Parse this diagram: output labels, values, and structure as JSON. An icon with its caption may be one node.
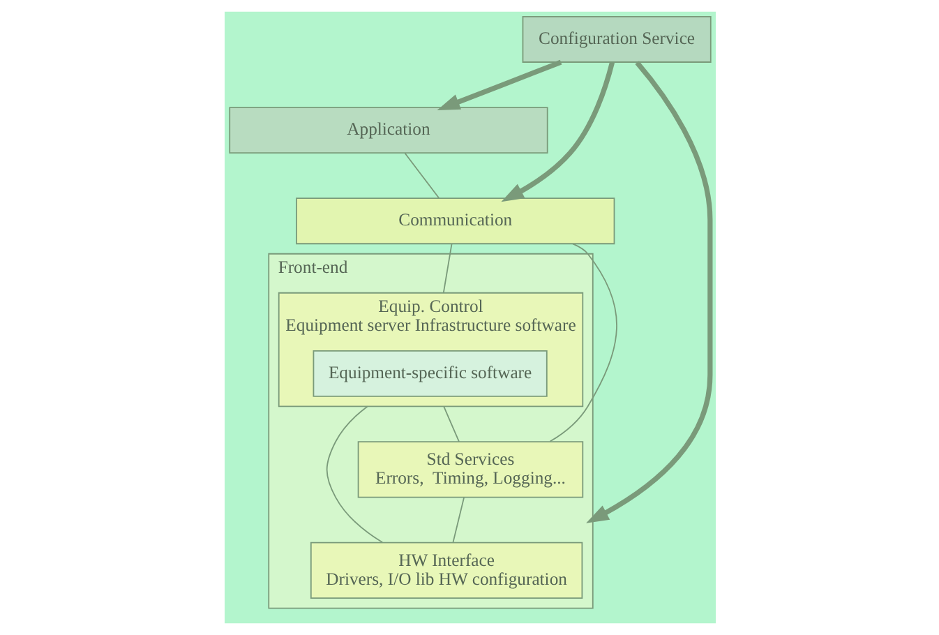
{
  "diagram": {
    "nodes": [
      {
        "text": [
          "Configuration Service"
        ]
      },
      {
        "text": [
          "Application"
        ]
      },
      {
        "text": [
          "Communication"
        ]
      },
      {
        "text": [
          "Front-end"
        ]
      },
      {
        "text": [
          "Equip. Control",
          "Equipment server Infrastructure software"
        ],
        "in": 3
      },
      {
        "text": [
          "Equipment-specific software"
        ],
        "in": 4
      },
      {
        "text": [
          "Std Services",
          "Errors,  Timing, Logging..."
        ],
        "in": 3
      },
      {
        "text": [
          "HW Interface",
          "Drivers, I/O lib HW configuration"
        ],
        "in": 3
      }
    ],
    "edges": [
      {
        "from": 0,
        "to": 1,
        "arrow": "to",
        "style": "thick"
      },
      {
        "from": 0,
        "to": 2,
        "arrow": "to",
        "style": "thick"
      },
      {
        "from": 0,
        "to": 3,
        "arrow": "to",
        "style": "thick"
      },
      {
        "from": 1,
        "to": 2,
        "arrow": "none"
      },
      {
        "from": 2,
        "to": 4,
        "arrow": "none"
      },
      {
        "from": 2,
        "to": 6,
        "arrow": "none"
      },
      {
        "from": 4,
        "to": 6,
        "arrow": "none"
      },
      {
        "from": 4,
        "to": 7,
        "arrow": "none"
      },
      {
        "from": 6,
        "to": 7,
        "arrow": "none"
      }
    ]
  }
}
